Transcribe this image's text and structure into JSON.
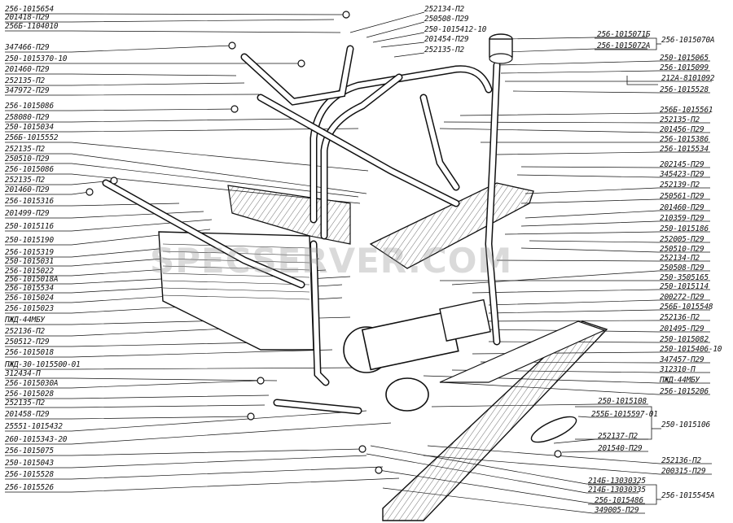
{
  "colors": {
    "ink": "#111111",
    "paper": "#ffffff",
    "watermark": "#9a9a9a"
  },
  "watermark": "SPECSERVER.COM",
  "labels_left": [
    {
      "id": "l01",
      "text": "256-1015654"
    },
    {
      "id": "l02",
      "text": "201418-П29"
    },
    {
      "id": "l03",
      "text": "256Б-1104010"
    },
    {
      "id": "l04",
      "text": "347466-П29"
    },
    {
      "id": "l05",
      "text": "250-1015370-10"
    },
    {
      "id": "l06",
      "text": "201460-П29"
    },
    {
      "id": "l07",
      "text": "252135-П2"
    },
    {
      "id": "l08",
      "text": "347972-П29"
    },
    {
      "id": "l09",
      "text": "256-1015086"
    },
    {
      "id": "l10",
      "text": "258080-П29"
    },
    {
      "id": "l11",
      "text": "250-1015034"
    },
    {
      "id": "l12",
      "text": "256Б-1015552"
    },
    {
      "id": "l13",
      "text": "252135-П2"
    },
    {
      "id": "l14",
      "text": "250510-П29"
    },
    {
      "id": "l15",
      "text": "256-1015086"
    },
    {
      "id": "l16",
      "text": "252135-П2"
    },
    {
      "id": "l17",
      "text": "201460-П29"
    },
    {
      "id": "l18",
      "text": "256-1015316"
    },
    {
      "id": "l19",
      "text": "201499-П29"
    },
    {
      "id": "l20",
      "text": "250-1015116"
    },
    {
      "id": "l21",
      "text": "250-1015190"
    },
    {
      "id": "l22",
      "text": "256-1015319"
    },
    {
      "id": "l23",
      "text": "250-1015031"
    },
    {
      "id": "l24",
      "text": "256-1015022"
    },
    {
      "id": "l25",
      "text": "256-1015018А"
    },
    {
      "id": "l26",
      "text": "256-1015534"
    },
    {
      "id": "l27",
      "text": "256-1015024"
    },
    {
      "id": "l28",
      "text": "256-1015023"
    },
    {
      "id": "l29",
      "text": "ПЖД-44МБУ"
    },
    {
      "id": "l30",
      "text": "252136-П2"
    },
    {
      "id": "l31",
      "text": "250512-П29"
    },
    {
      "id": "l32",
      "text": "256-1015018"
    },
    {
      "id": "l33",
      "text": "ПЖД-30-1015500-01"
    },
    {
      "id": "l34",
      "text": "312434-П"
    },
    {
      "id": "l35",
      "text": "256-1015030А"
    },
    {
      "id": "l36",
      "text": "256-1015028"
    },
    {
      "id": "l37",
      "text": "252135-П2"
    },
    {
      "id": "l38",
      "text": "201458-П29"
    },
    {
      "id": "l39",
      "text": "25551-1015432"
    },
    {
      "id": "l40",
      "text": "260-1015343-20"
    },
    {
      "id": "l41",
      "text": "256-1015075"
    },
    {
      "id": "l42",
      "text": "250-1015043"
    },
    {
      "id": "l43",
      "text": "256-1015528"
    },
    {
      "id": "l44",
      "text": "256-1015526"
    }
  ],
  "labels_top": [
    {
      "id": "t01",
      "text": "252134-П2"
    },
    {
      "id": "t02",
      "text": "250508-П29"
    },
    {
      "id": "t03",
      "text": "250-1015412-10"
    },
    {
      "id": "t04",
      "text": "201454-П29"
    },
    {
      "id": "t05",
      "text": "252135-П2"
    }
  ],
  "labels_right": [
    {
      "id": "r01",
      "text": "256-1015071Б"
    },
    {
      "id": "r02",
      "text": "256-1015072А"
    },
    {
      "id": "r03",
      "text": "256-1015070А"
    },
    {
      "id": "r04",
      "text": "250-1015065"
    },
    {
      "id": "r05",
      "text": "256-1015099"
    },
    {
      "id": "r06",
      "text": "212А-8101092"
    },
    {
      "id": "r07",
      "text": "256-1015528"
    },
    {
      "id": "r08",
      "text": "256Б-1015561"
    },
    {
      "id": "r09",
      "text": "252135-П2"
    },
    {
      "id": "r10",
      "text": "201456-П29"
    },
    {
      "id": "r11",
      "text": "256-1015386"
    },
    {
      "id": "r12",
      "text": "256-1015534"
    },
    {
      "id": "r13",
      "text": "202145-П29"
    },
    {
      "id": "r14",
      "text": "345423-П29"
    },
    {
      "id": "r15",
      "text": "252139-П2"
    },
    {
      "id": "r16",
      "text": "250561-П29"
    },
    {
      "id": "r17",
      "text": "201460-П29"
    },
    {
      "id": "r18",
      "text": "210359-П29"
    },
    {
      "id": "r19",
      "text": "250-1015186"
    },
    {
      "id": "r20",
      "text": "252005-П29"
    },
    {
      "id": "r21",
      "text": "250510-П29"
    },
    {
      "id": "r22",
      "text": "252134-П2"
    },
    {
      "id": "r23",
      "text": "250508-П29"
    },
    {
      "id": "r24",
      "text": "250-3505165"
    },
    {
      "id": "r25",
      "text": "250-1015114"
    },
    {
      "id": "r26",
      "text": "200272-П29"
    },
    {
      "id": "r27",
      "text": "256Б-1015548"
    },
    {
      "id": "r28",
      "text": "252136-П2"
    },
    {
      "id": "r29",
      "text": "201495-П29"
    },
    {
      "id": "r30",
      "text": "250-1015082"
    },
    {
      "id": "r31",
      "text": "250-1015406-10"
    },
    {
      "id": "r32",
      "text": "347457-П29"
    },
    {
      "id": "r33",
      "text": "312310-П"
    },
    {
      "id": "r34",
      "text": "ПЖД-44МБУ"
    },
    {
      "id": "r35",
      "text": "256-1015206"
    },
    {
      "id": "r36",
      "text": "250-1015108"
    },
    {
      "id": "r37",
      "text": "255Б-1015597-01"
    },
    {
      "id": "r38",
      "text": "250-1015106"
    },
    {
      "id": "r39",
      "text": "252137-П2"
    },
    {
      "id": "r40",
      "text": "201540-П29"
    },
    {
      "id": "r41",
      "text": "252136-П2"
    },
    {
      "id": "r42",
      "text": "200315-П29"
    },
    {
      "id": "r43",
      "text": "214Б-13030325"
    },
    {
      "id": "r44",
      "text": "214Б-13030335"
    },
    {
      "id": "r45",
      "text": "256-1015545А"
    },
    {
      "id": "r46",
      "text": "256-1015486"
    },
    {
      "id": "r47",
      "text": "349005-П29"
    }
  ]
}
